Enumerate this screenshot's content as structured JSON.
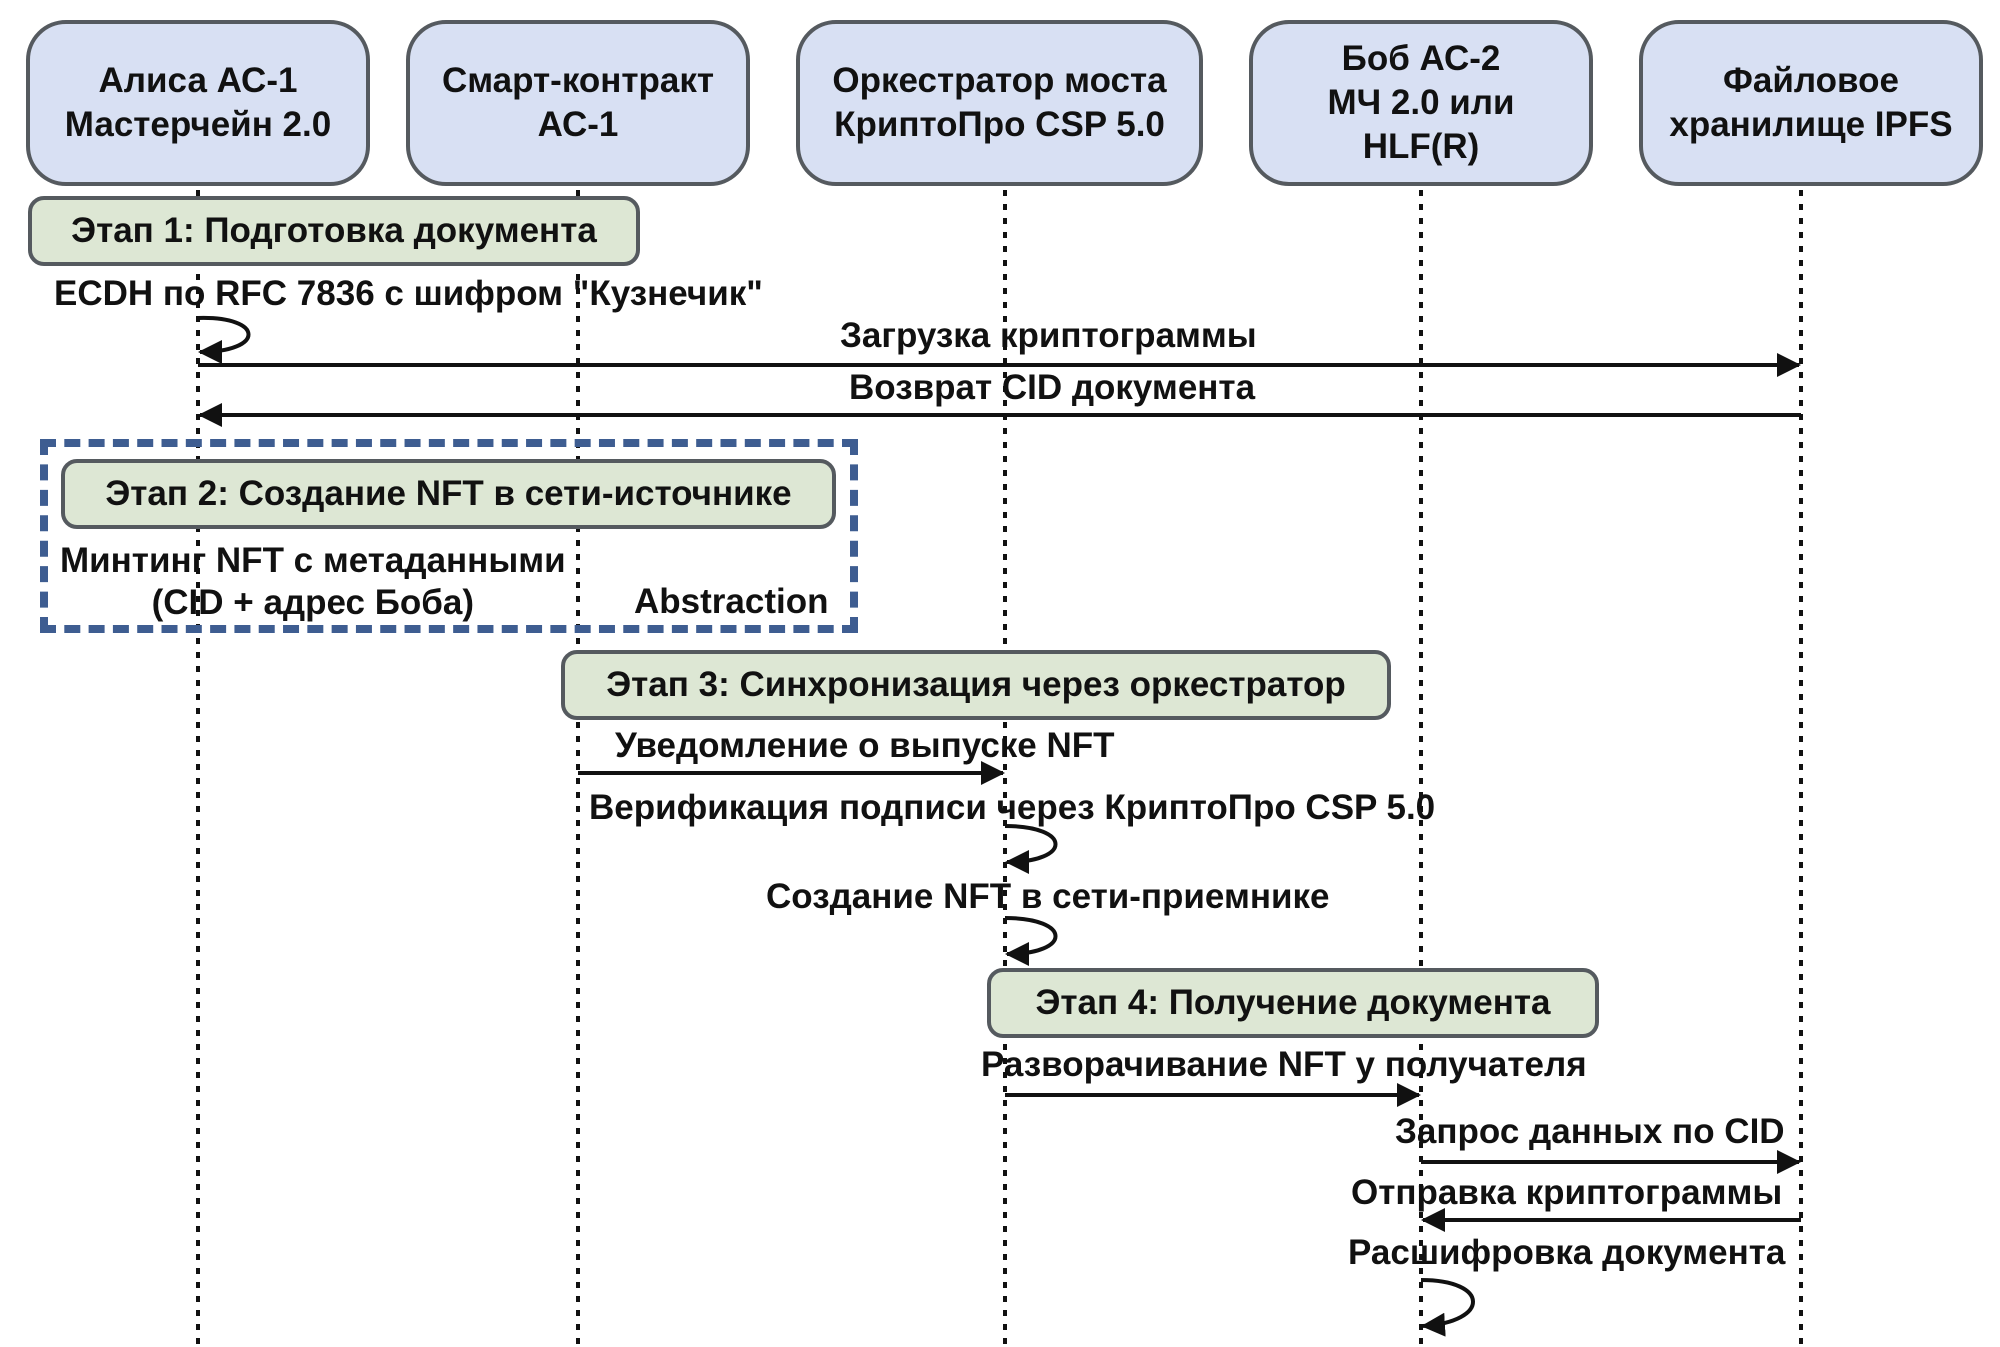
{
  "actors": [
    {
      "id": "alice",
      "label": "Алиса АС-1\nМастерчейн 2.0"
    },
    {
      "id": "contract",
      "label": "Смарт-контракт\nАС-1"
    },
    {
      "id": "orchestrator",
      "label": "Оркестратор моста\nКриптоПро CSP 5.0"
    },
    {
      "id": "bob",
      "label": "Боб АС-2\nМЧ 2.0 или\nHLF(R)"
    },
    {
      "id": "ipfs",
      "label": "Файловое\nхранилище IPFS"
    }
  ],
  "stages": [
    {
      "label": "Этап 1: Подготовка документа"
    },
    {
      "label": "Этап 2: Создание NFT в сети-источнике"
    },
    {
      "label": "Этап 3: Синхронизация через оркестратор"
    },
    {
      "label": "Этап 4: Получение документа"
    }
  ],
  "group": {
    "label": "Abstraction"
  },
  "messages": [
    {
      "from": "alice",
      "to": "alice",
      "type": "self",
      "label": "ECDH по RFC 7836 с шифром \"Кузнечик\""
    },
    {
      "from": "alice",
      "to": "ipfs",
      "type": "call",
      "label": "Загрузка криптограммы"
    },
    {
      "from": "ipfs",
      "to": "alice",
      "type": "return",
      "label": "Возврат CID документа"
    },
    {
      "from": "alice",
      "to": "contract",
      "type": "note",
      "label": "Минтинг NFT с метаданными\n(CID + адрес Боба)"
    },
    {
      "from": "contract",
      "to": "orchestrator",
      "type": "call",
      "label": "Уведомление о выпуске NFT"
    },
    {
      "from": "orchestrator",
      "to": "orchestrator",
      "type": "self",
      "label": "Верификация подписи через  КриптоПро CSP 5.0"
    },
    {
      "from": "orchestrator",
      "to": "orchestrator",
      "type": "self",
      "label": "Создание NFT в сети-приемнике"
    },
    {
      "from": "orchestrator",
      "to": "bob",
      "type": "call",
      "label": "Разворачивание NFT у получателя"
    },
    {
      "from": "bob",
      "to": "ipfs",
      "type": "call",
      "label": "Запрос данных по CID"
    },
    {
      "from": "ipfs",
      "to": "bob",
      "type": "return",
      "label": "Отправка криптограммы"
    },
    {
      "from": "bob",
      "to": "bob",
      "type": "self",
      "label": "Расшифровка документа"
    }
  ],
  "colors": {
    "actor_fill": "#d8e0f3",
    "stage_fill": "#dde7d4",
    "border": "#555a5f",
    "group_border": "#3e5d91"
  }
}
